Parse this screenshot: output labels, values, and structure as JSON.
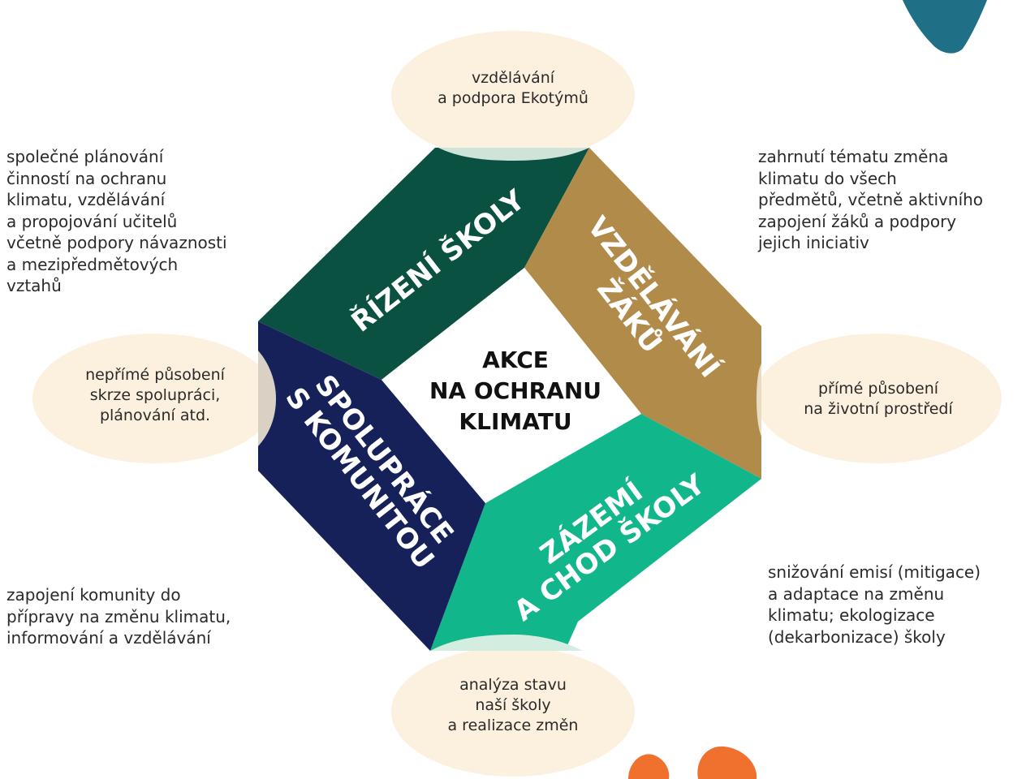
{
  "center": {
    "title": "AKCE\nNA OCHRANU\nKLIMATU"
  },
  "arms": {
    "top_left": {
      "label": "ŘÍZENÍ ŠKOLY"
    },
    "top_right": {
      "label": "VZDĚLÁVÁNÍ\nŽÁKŮ"
    },
    "bottom_right": {
      "label": "ZÁZEMÍ\nA CHOD ŠKOLY"
    },
    "bottom_left": {
      "label": "SPOLUPRÁCE\nS KOMUNITOU"
    }
  },
  "bubbles": {
    "top": "vzdělávání\na podpora Ekotýmů",
    "right": "přímé působení\nna životní prostředí",
    "bottom": "analýza stavu\nnaší školy\na realizace změn",
    "left": "nepřímé působení\nskrze spolupráci,\nplánování atd."
  },
  "descriptions": {
    "top_left": "společné plánování\nčinností na ochranu\nklimatu, vzdělávání\na propojování učitelů\nvčetně podpory návaznosti\na mezipředmětových\nvztahů",
    "top_right": "zahrnutí tématu změna\nklimatu do všech\npředmětů, včetně aktivního\nzapojení žáků a podpory\njejich iniciativ",
    "bottom_right": "snižování emisí (mitigace)\na adaptace na změnu\nklimatu; ekologizace\n(dekarbonizace) školy",
    "bottom_left": "zapojení komunity do\npřípravy na změnu klimatu,\ninformování a vzdělávání"
  },
  "colors": {
    "dark_green": "#0a5142",
    "bronze": "#b08b4a",
    "teal": "#12b68b",
    "navy": "#16215a",
    "bubble_fill": "#fcf1de",
    "accent_blue": "#1f6f86",
    "accent_orange": "#f0702e"
  }
}
